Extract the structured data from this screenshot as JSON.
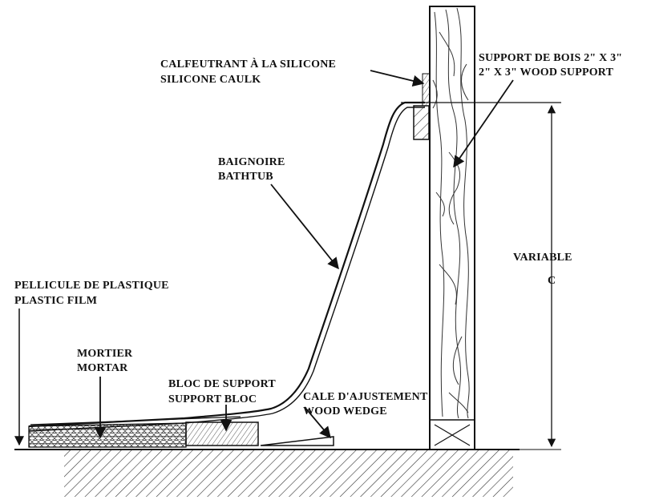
{
  "labels": {
    "caulk_fr": "CALFEUTRANT À LA SILICONE",
    "caulk_en": "SILICONE CAULK",
    "support_fr": "SUPPORT DE BOIS 2\" X 3\"",
    "support_en": "2\" X 3\" WOOD SUPPORT",
    "bathtub_fr": "BAIGNOIRE",
    "bathtub_en": "BATHTUB",
    "variable": "VARIABLE",
    "variable_c": "C",
    "film_fr": "PELLICULE DE PLASTIQUE",
    "film_en": "PLASTIC FILM",
    "mortar_fr": "MORTIER",
    "mortar_en": "MORTAR",
    "bloc_fr": "BLOC DE SUPPORT",
    "bloc_en": "SUPPORT BLOC",
    "wedge_fr": "CALE D'AJUSTEMENT",
    "wedge_en": "WOOD WEDGE"
  }
}
